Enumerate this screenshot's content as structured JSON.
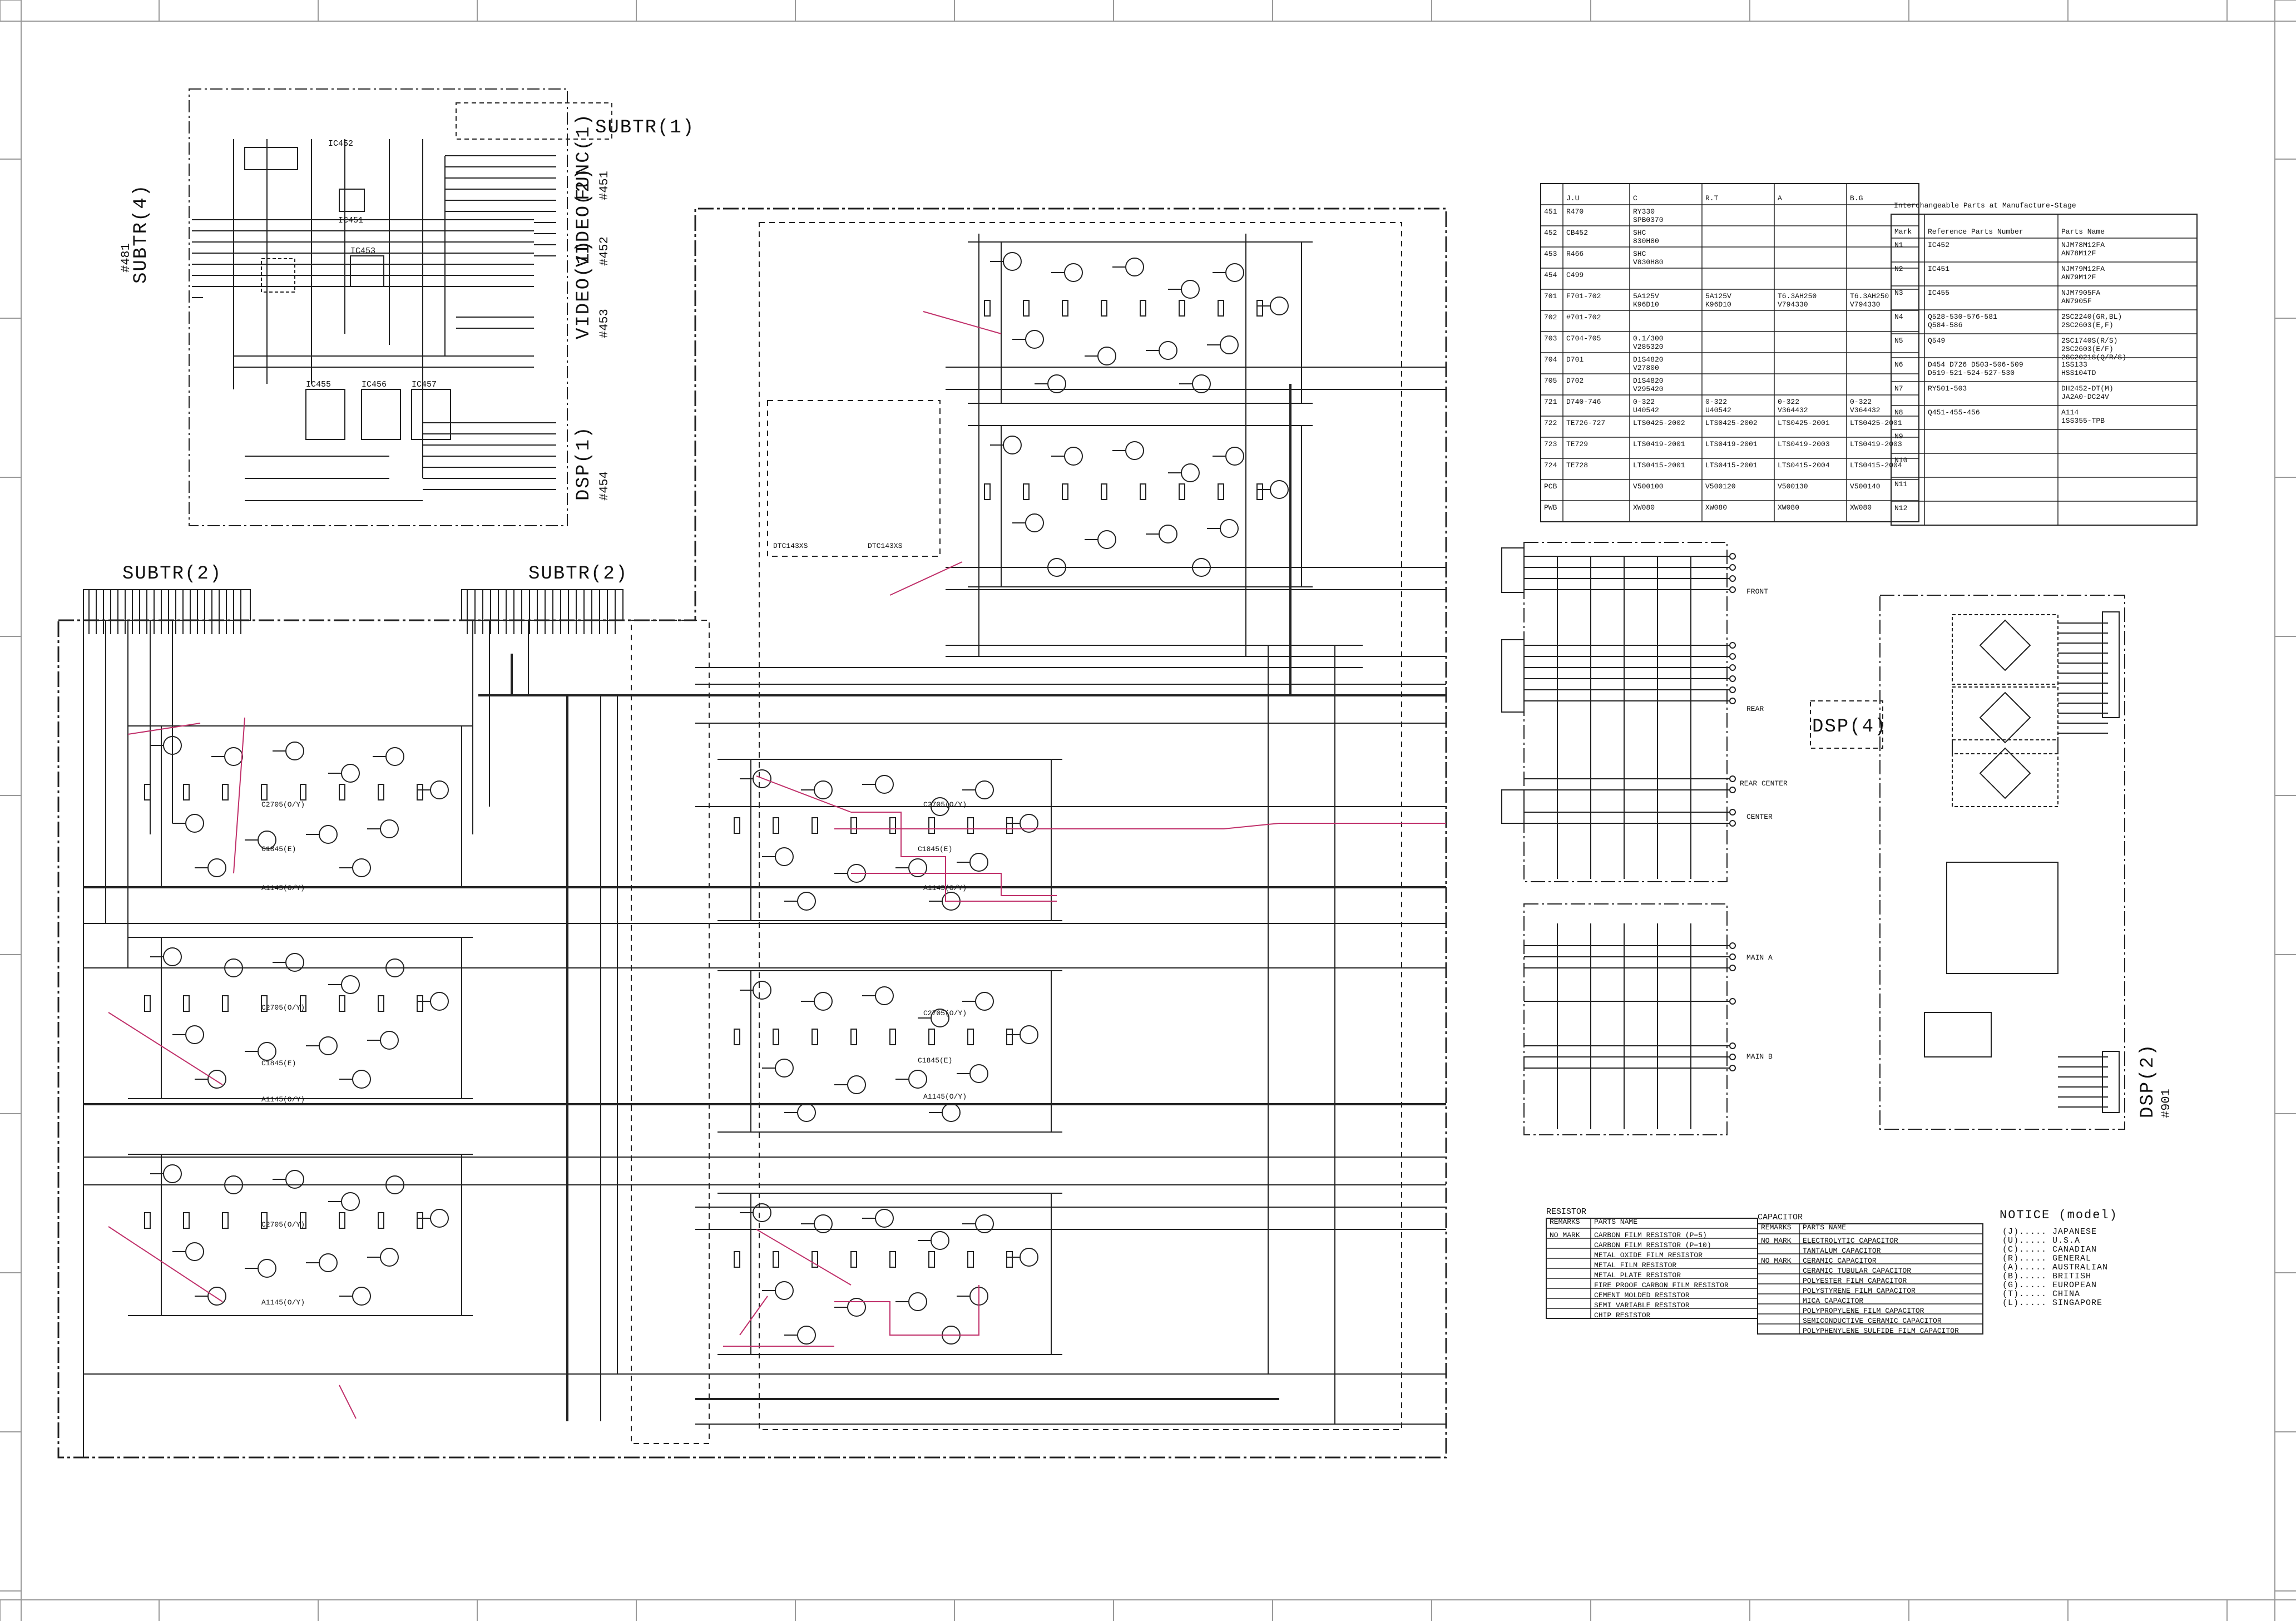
{
  "board_titles": {
    "subtr1": "SUBTR(1)",
    "subtr2_left": "SUBTR(2)",
    "subtr2_right": "SUBTR(2)",
    "subtr4": "SUBTR(4)",
    "func1": "FUNC(1)",
    "video2": "VIDEO(2)",
    "video1": "VIDEO(1)",
    "dsp1": "DSP(1)",
    "dsp4": "DSP(4)",
    "dsp2": "DSP(2)"
  },
  "connector_ids": {
    "n451": "#451",
    "n452": "#452",
    "n453": "#453",
    "n454": "#454",
    "n481": "#481",
    "n901": "#901"
  },
  "ic_labels": {
    "ic451": "IC451",
    "ic452": "IC452",
    "ic453": "IC453",
    "ic455": "IC455",
    "ic456": "IC456",
    "ic457": "IC457"
  },
  "output_terminals": {
    "front": "FRONT",
    "rear": "REAR",
    "rear_center": "REAR CENTER",
    "center": "CENTER",
    "main_a": "MAIN A",
    "main_b": "MAIN B"
  },
  "amp_labels": {
    "dtc": "DTC143XS",
    "c2705": "C2705(O/Y)",
    "a1145": "A1145(O/Y)",
    "c1845": "C1845(E)"
  },
  "model_table": {
    "headers": [
      "",
      "J.U",
      "C",
      "R.T",
      "A",
      "B.G"
    ],
    "rows": [
      [
        "451",
        "R470",
        "RY330 \\ SPB0370",
        "",
        "",
        ""
      ],
      [
        "452",
        "CB452",
        "SHC \\ 830H80",
        "",
        "",
        ""
      ],
      [
        "453",
        "R466",
        "SHC \\ V830H80",
        "",
        "",
        ""
      ],
      [
        "454",
        "C499",
        "",
        "",
        "",
        ""
      ],
      [
        "701",
        "F701-702",
        "5A125V \\ K96D10",
        "5A125V \\ K96D10",
        "T6.3AH250 \\ V794330",
        "T6.3AH250 \\ V794330"
      ],
      [
        "702",
        "#701-702",
        "",
        "",
        "",
        ""
      ],
      [
        "703",
        "C704-705",
        "0.1/300 \\ V285320",
        "",
        "",
        ""
      ],
      [
        "704",
        "D701",
        "D1S4820 \\ V27800",
        "",
        "",
        ""
      ],
      [
        "705",
        "D702",
        "D1S4820 \\ V295420",
        "",
        "",
        ""
      ],
      [
        "721",
        "D740-746",
        "0-322 \\ U40542",
        "0-322 \\ U40542",
        "0-322 \\ V364432",
        "0-322 \\ V364432"
      ],
      [
        "722",
        "TE726-727",
        "LTS0425-2002",
        "LTS0425-2002",
        "LTS0425-2001",
        "LTS0425-2001"
      ],
      [
        "723",
        "TE729",
        "LTS0419-2001",
        "LTS0419-2001",
        "LTS0419-2003",
        "LTS0419-2003"
      ],
      [
        "724",
        "TE728",
        "LTS0415-2001",
        "LTS0415-2001",
        "LTS0415-2004",
        "LTS0415-2004"
      ],
      [
        "PCB",
        "",
        "V500100",
        "V500120",
        "V500130",
        "V500140"
      ],
      [
        "PWB",
        "",
        "XW080",
        "XW080",
        "XW080",
        "XW080"
      ]
    ]
  },
  "interchangeable": {
    "title": "Interchangeable Parts at Manufacture-Stage",
    "headers": [
      "Mark",
      "Reference Parts Number",
      "Parts Name"
    ],
    "rows": [
      [
        "N1",
        "IC452",
        "NJM78M12FA \\ AN78M12F"
      ],
      [
        "N2",
        "IC451",
        "NJM79M12FA \\ AN79M12F"
      ],
      [
        "N3",
        "IC455",
        "NJM7905FA \\ AN7905F"
      ],
      [
        "N4",
        "Q528-530-576-581 \\ Q584-586",
        "2SC2240(GR,BL) \\ 2SC2603(E,F)"
      ],
      [
        "N5",
        "Q549",
        "2SC1740S(R/S) \\ 2SC2603(E/F) \\ 2SC2021S(Q/R/S)"
      ],
      [
        "N6",
        "D454 D726 D503-506-509 \\ D519-521-524-527-530",
        "1SS133 \\ HSS104TD"
      ],
      [
        "N7",
        "RY501-503",
        "DH2452-DT(M) \\ JA2A0-DC24V"
      ],
      [
        "N8",
        "Q451-455-456",
        "A114 \\ 1SS355-TPB"
      ],
      [
        "N9",
        "",
        ""
      ],
      [
        "N10",
        "",
        ""
      ],
      [
        "N11",
        "",
        ""
      ],
      [
        "N12",
        "",
        ""
      ]
    ]
  },
  "resistor_legend": {
    "title": "RESISTOR",
    "headers": [
      "REMARKS",
      "PARTS NAME"
    ],
    "rows": [
      [
        "NO MARK",
        "CARBON FILM RESISTOR (P=5)"
      ],
      [
        "",
        "CARBON FILM RESISTOR (P=10)"
      ],
      [
        "",
        "METAL OXIDE FILM RESISTOR"
      ],
      [
        "",
        "METAL FILM RESISTOR"
      ],
      [
        "",
        "METAL PLATE RESISTOR"
      ],
      [
        "",
        "FIRE PROOF CARBON FILM RESISTOR"
      ],
      [
        "",
        "CEMENT MOLDED RESISTOR"
      ],
      [
        "",
        "SEMI VARIABLE RESISTOR"
      ],
      [
        "",
        "CHIP RESISTOR"
      ]
    ]
  },
  "capacitor_legend": {
    "title": "CAPACITOR",
    "headers": [
      "REMARKS",
      "PARTS NAME"
    ],
    "rows": [
      [
        "NO MARK",
        "ELECTROLYTIC CAPACITOR"
      ],
      [
        "",
        "TANTALUM CAPACITOR"
      ],
      [
        "NO MARK",
        "CERAMIC CAPACITOR"
      ],
      [
        "",
        "CERAMIC TUBULAR CAPACITOR"
      ],
      [
        "",
        "POLYESTER FILM CAPACITOR"
      ],
      [
        "",
        "POLYSTYRENE FILM CAPACITOR"
      ],
      [
        "",
        "MICA CAPACITOR"
      ],
      [
        "",
        "POLYPROPYLENE FILM CAPACITOR"
      ],
      [
        "",
        "SEMICONDUCTIVE CERAMIC CAPACITOR"
      ],
      [
        "",
        "POLYPHENYLENE SULFIDE FILM CAPACITOR"
      ]
    ]
  },
  "notice": {
    "title": "NOTICE (model)",
    "lines": [
      "(J)..... JAPANESE",
      "(U)..... U.S.A",
      "(C)..... CANADIAN",
      "(R)..... GENERAL",
      "(A)..... AUSTRALIAN",
      "(B)..... BRITISH",
      "(G)..... EUROPEAN",
      "(T)..... CHINA",
      "(L)..... SINGAPORE"
    ]
  },
  "colors": {
    "line": "#1a1a1a",
    "accent_trace": "#c0306a",
    "border": "#444444"
  }
}
